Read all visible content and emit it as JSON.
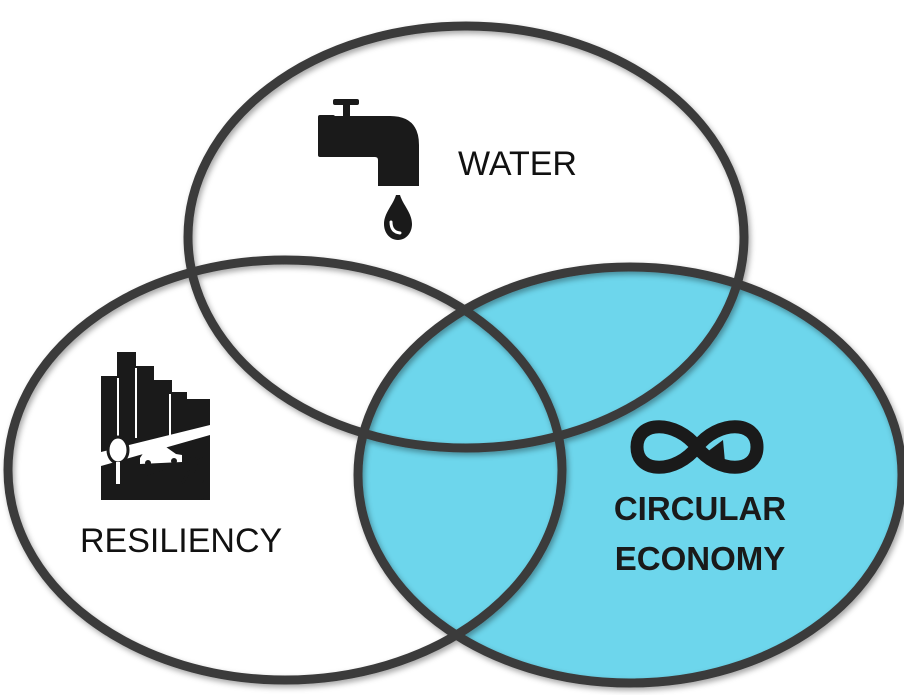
{
  "diagram": {
    "type": "venn",
    "sets": [
      {
        "id": "water",
        "label_lines": [
          "WATER"
        ],
        "icon": "water-tap-icon",
        "highlighted": false
      },
      {
        "id": "resiliency",
        "label_lines": [
          "RESILIENCY"
        ],
        "icon": "city-resilience-icon",
        "highlighted": false
      },
      {
        "id": "circular_economy",
        "label_lines": [
          "CIRCULAR",
          "ECONOMY"
        ],
        "icon": "circular-arrows-icon",
        "highlighted": true
      }
    ],
    "colors": {
      "highlight_fill": "#6dd6ec",
      "outline": "#3b3b3b",
      "icon": "#1a1a1a",
      "background": "#ffffff"
    }
  }
}
